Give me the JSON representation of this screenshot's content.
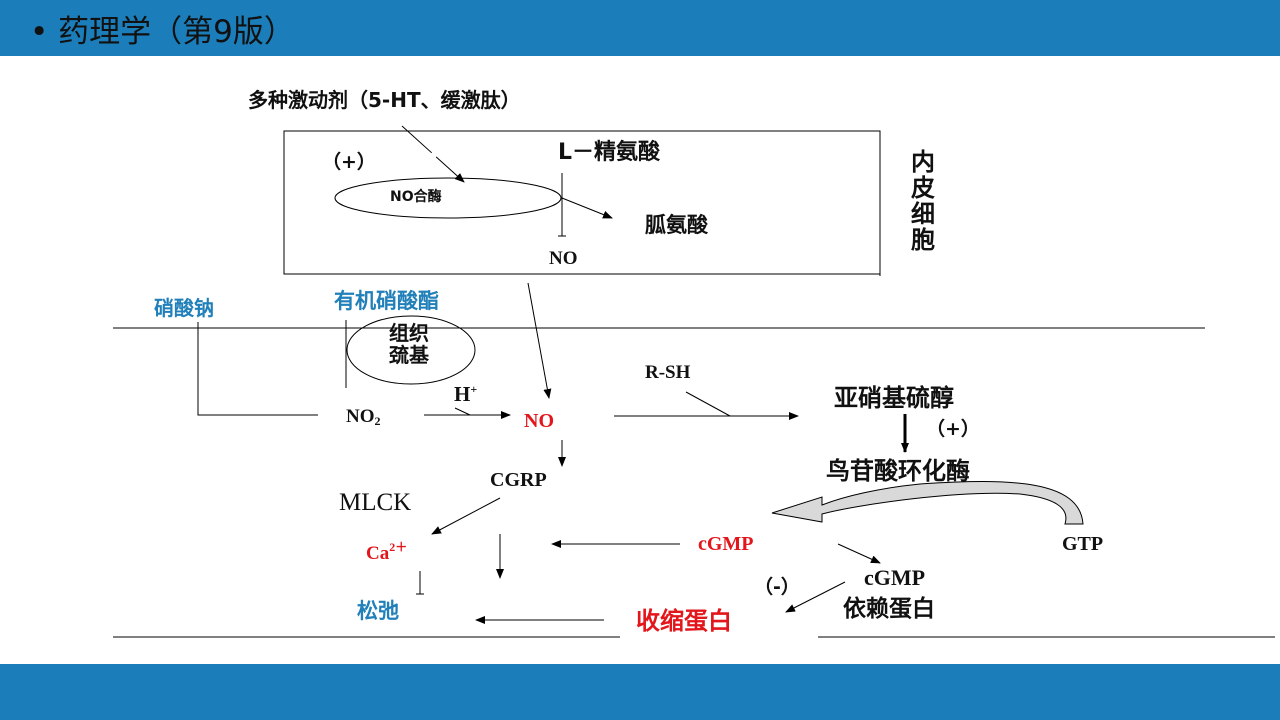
{
  "slide": {
    "title": "• 药理学（第9版）",
    "accent_color": "#1b7ebb"
  },
  "diagram": {
    "agonists": "多种激动剂（5-HT、缓激肽）",
    "plus_1": "（+）",
    "arginine": "L－精氨酸",
    "no_synthase": "NO合酶",
    "citrulline": "胍氨酸",
    "no_inner": "NO",
    "endothelium": "内皮细胞",
    "sodium_nitroprusside": "硝酸钠",
    "organic_nitrate": "有机硝酸酯",
    "tissue_sulfhydryl": "组织巯基",
    "no2_main": "NO",
    "no2_sub": "2",
    "h_main": "H",
    "h_sup": "+",
    "no_center": "NO",
    "rsh": "R-SH",
    "nitrosothiol": "亚硝基硫醇",
    "plus_2": "（+）",
    "guanylate_cyclase": "鸟苷酸环化酶",
    "cgrp": "CGRP",
    "mlck": "MLCK",
    "ca_main": "Ca",
    "ca_sup": "2＋",
    "cgmp": "cGMP",
    "gtp": "GTP",
    "minus": "（-）",
    "cgmp_dep_1": "cGMP",
    "cgmp_dep_2": "依赖蛋白",
    "relaxation": "松弛",
    "contractile_protein": "收缩蛋白",
    "colors": {
      "blue": "#2180b9",
      "red": "#e3161c"
    }
  }
}
